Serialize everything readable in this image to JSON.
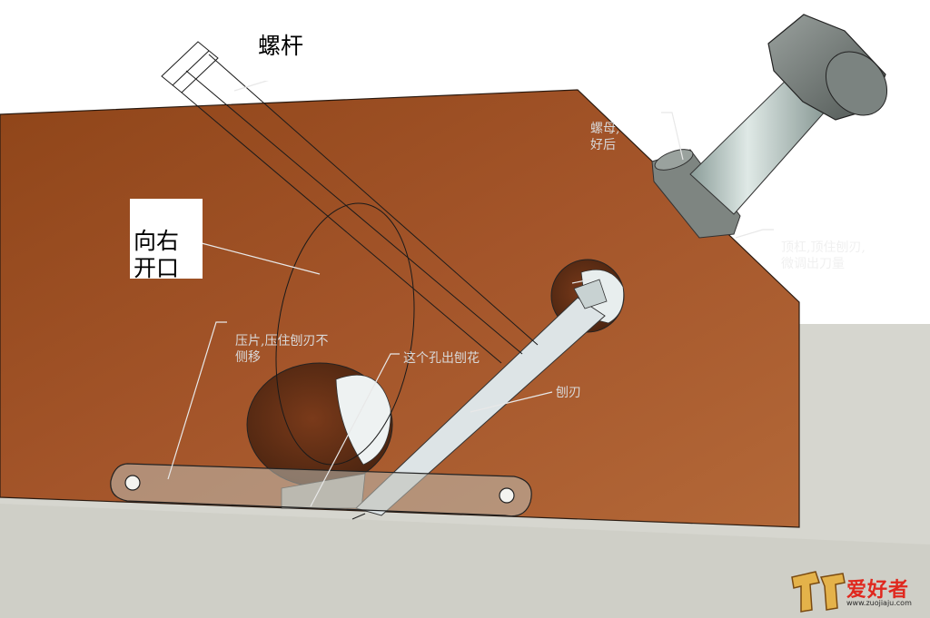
{
  "labels": {
    "screw_rod": "螺杆",
    "open_right": "向右\n开口"
  },
  "annotations": {
    "nut_partial": "螺母,\n好后",
    "top_bar": "顶杠,顶住刨刃,\n微调出刀量",
    "press_plate": "压片,压住刨刃不\n侧移",
    "hole": "这个孔出刨花",
    "blade": "刨刃"
  },
  "watermark": {
    "logo_text": "爱好者",
    "site": "www.zuojiaju.com"
  },
  "colors": {
    "wood": "#9c4e1f",
    "wood_light": "#b86a35",
    "background_ground": "#d4d4cc",
    "metal": "#cfd6d6",
    "rod": "#b9cfc9",
    "cap": "#6f7773"
  }
}
